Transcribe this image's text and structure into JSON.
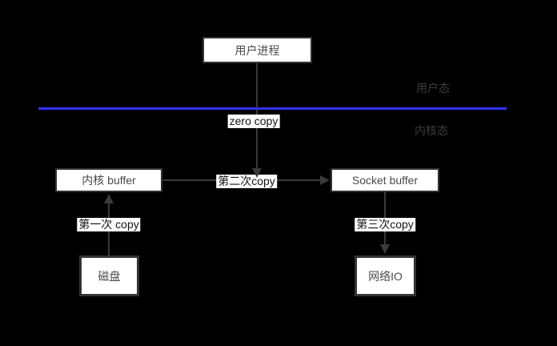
{
  "diagram": {
    "nodes": {
      "user_process": "用户进程",
      "kernel_buffer": "内核 buffer",
      "socket_buffer": "Socket buffer",
      "disk": "磁盘",
      "network_io": "网络IO"
    },
    "edge_labels": {
      "zero_copy": "zero copy",
      "first_copy": "第一次 copy",
      "second_copy": "第二次copy",
      "third_copy": "第三次copy"
    },
    "regions": {
      "user_mode": "用户态",
      "kernel_mode": "内核态"
    },
    "colors": {
      "background": "#000000",
      "divider": "#3232f2",
      "line": "#3a3a3a",
      "box_fill": "#ffffff",
      "box_border": "#333333",
      "box_text": "#4a4a4a",
      "label_bg": "#ffffff",
      "label_text": "#141414",
      "region_text": "#3c3c3c"
    }
  }
}
